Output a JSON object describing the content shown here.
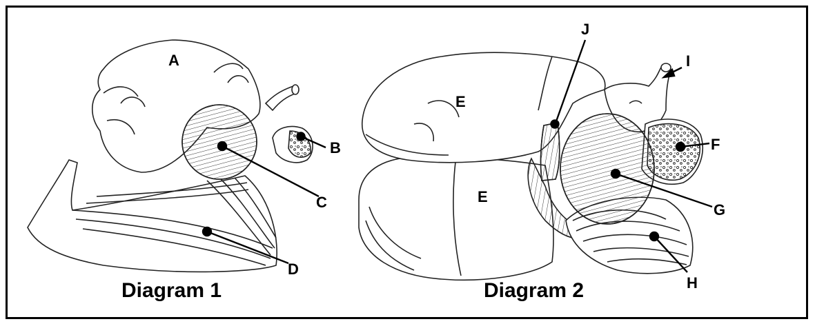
{
  "diagram1": {
    "caption": "Diagram 1",
    "labels": {
      "A": "A",
      "B": "B",
      "C": "C",
      "D": "D"
    }
  },
  "diagram2": {
    "caption": "Diagram 2",
    "labels": {
      "E_top": "E",
      "E_bottom": "E",
      "F": "F",
      "G": "G",
      "H": "H",
      "I": "I",
      "J": "J"
    }
  }
}
